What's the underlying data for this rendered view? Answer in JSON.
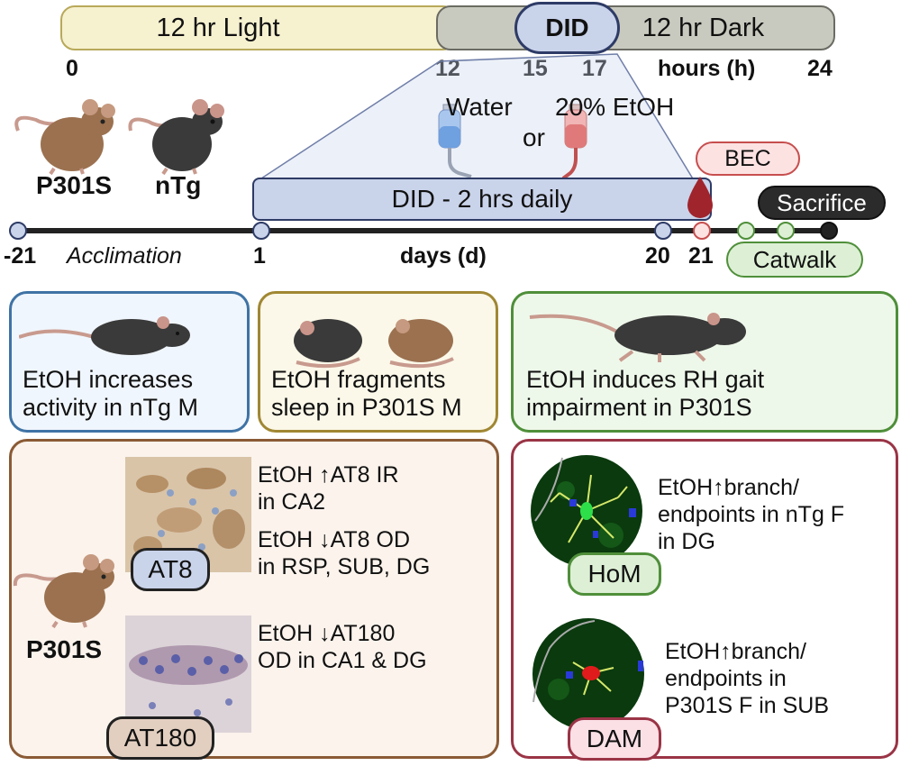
{
  "top_bar": {
    "light_label": "12 hr Light",
    "dark_label": "12 hr Dark",
    "did_label": "DID",
    "ticks": [
      "0",
      "12",
      "15",
      "17",
      "24"
    ],
    "hours_label": "hours (h)"
  },
  "drinks": {
    "water": "Water",
    "or": "or",
    "etoh": "20% EtOH"
  },
  "mice": {
    "p301s": "P301S",
    "ntg": "nTg"
  },
  "timeline": {
    "did_box": "DID - 2 hrs daily",
    "bec": "BEC",
    "sacrifice": "Sacrifice",
    "catwalk": "Catwalk",
    "ticks": [
      "-21",
      "1",
      "20",
      "21"
    ],
    "acclimation": "Acclimation",
    "days_label": "days (d)"
  },
  "panels": {
    "activity": [
      "EtOH increases",
      "activity in nTg M"
    ],
    "sleep": [
      "EtOH fragments",
      "sleep in P301S M"
    ],
    "gait": [
      "EtOH induces RH gait",
      "impairment in P301S"
    ]
  },
  "p301s_panel": {
    "mouse_label": "P301S",
    "at8_tag": "AT8",
    "at180_tag": "AT180",
    "at8_ir": [
      "EtOH ↑AT8 IR",
      "in CA2"
    ],
    "at8_od": [
      "EtOH ↓AT8 OD",
      "in RSP, SUB, DG"
    ],
    "at180_od": [
      "EtOH ↓AT180",
      "OD in CA1 & DG"
    ]
  },
  "microglia_panel": {
    "hom_tag": "HoM",
    "dam_tag": "DAM",
    "hom_text": [
      "EtOH↑branch/",
      "endpoints in nTg F",
      "in DG"
    ],
    "dam_text": [
      "EtOH↑branch/",
      "endpoints in",
      "P301S F in SUB"
    ]
  },
  "colors": {
    "light_fill": "#f6f1cf",
    "dark_fill": "#c9cabf",
    "did_fill": "#c9d3ea",
    "blue_border": "#3f73a5",
    "gold_border": "#a08733",
    "green_border": "#4f8f3a",
    "brown_border": "#8a5a35",
    "maroon_border": "#9a3446"
  },
  "icons": [
    "mouse-icon",
    "water-bottle-icon",
    "etoh-bottle-icon",
    "blood-drop-icon",
    "ihc-image",
    "microglia-image"
  ]
}
